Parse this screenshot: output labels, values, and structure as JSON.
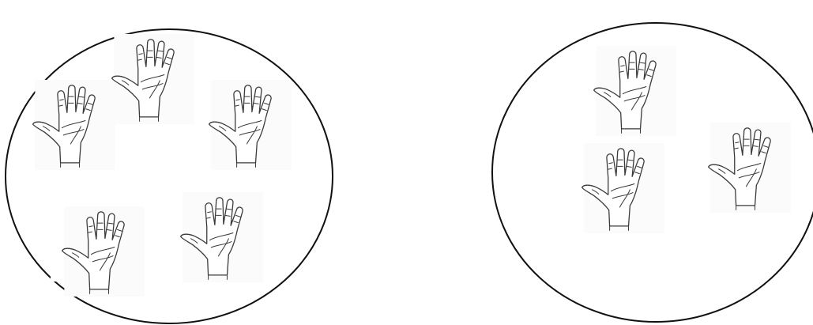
{
  "diagram": {
    "groups": [
      {
        "name": "left-group",
        "hand_count": 5
      },
      {
        "name": "right-group",
        "hand_count": 3
      }
    ],
    "colors": {
      "outline": "#111111",
      "hand_stroke": "#3a3a3a",
      "background": "#ffffff"
    },
    "icon": "open-hand-icon"
  }
}
